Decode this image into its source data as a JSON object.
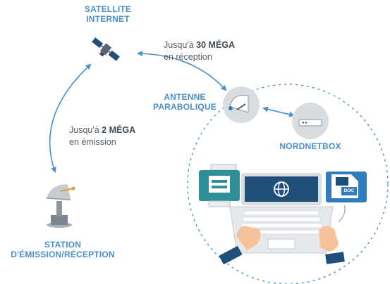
{
  "satellite": {
    "line1": "SATELLITE",
    "line2": "INTERNET"
  },
  "downlink": {
    "prefix": "Jusqu'à ",
    "speed": "30 MÉGA",
    "suffix": "en réception"
  },
  "uplink": {
    "prefix": "Jusqu'à ",
    "speed": "2 MÉGA",
    "suffix": "en émission"
  },
  "antenna": {
    "line1": "ANTENNE",
    "line2": "PARABOLIQUE"
  },
  "box": {
    "label": "NORDNETBOX"
  },
  "station": {
    "line1": "STATION",
    "line2": "D'ÉMISSION/RÉCEPTION"
  },
  "document": {
    "label": "DOC"
  },
  "colors": {
    "blue": "#4a8fcb",
    "teal": "#2f8f96",
    "darkblue": "#1f4e79",
    "skin": "#f5c29a"
  }
}
